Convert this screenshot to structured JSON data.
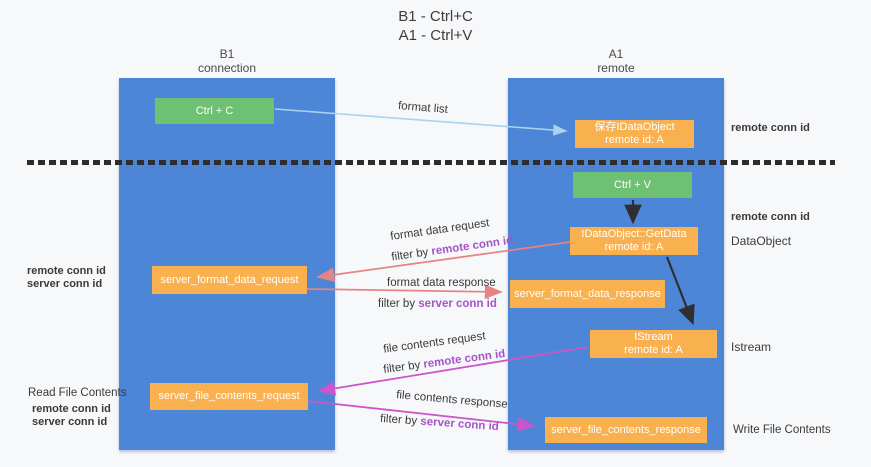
{
  "title": {
    "line1": "B1 - Ctrl+C",
    "line2": "A1 - Ctrl+V"
  },
  "lanes": {
    "left": {
      "name": "B1",
      "sub": "connection"
    },
    "right": {
      "name": "A1",
      "sub": "remote"
    }
  },
  "nodes": {
    "ctrl_c": "Ctrl + C",
    "ctrl_v": "Ctrl + V",
    "save_dataobject": {
      "line1": "保存IDataObject",
      "line2": "remote id: A"
    },
    "getdata": {
      "line1": "IDataObject::GetData",
      "line2": "remote id: A"
    },
    "istream": {
      "line1": "IStream",
      "line2": "remote id: A"
    },
    "format_request": "server_format_data_request",
    "format_response": "server_format_data_response",
    "file_request": "server_file_contents_request",
    "file_response": "server_file_contents_response"
  },
  "edge_labels": {
    "format_list": "format list",
    "format_data_request": "format data request",
    "format_data_response": "format data response",
    "file_contents_request": "file contents request",
    "file_contents_response": "file contents response",
    "filter_by": "filter by",
    "remote_conn_id": "remote conn id",
    "server_conn_id": "server conn id"
  },
  "side_labels": {
    "right_remote_conn_top": "remote conn id",
    "right_remote_conn_mid": "remote conn id",
    "dataobject": "DataObject",
    "istream": "Istream",
    "write_file": "Write File Contents",
    "read_file": "Read File Contents",
    "left_remote_conn_mid": "remote conn id",
    "left_server_conn_mid": "server conn id",
    "left_remote_conn_bottom": "remote conn id",
    "left_server_conn_bottom": "server conn id"
  },
  "colors": {
    "lane_blue": "#4d86d6",
    "box_orange": "#f9b04e",
    "box_green": "#6ec072",
    "purple_text": "#a553c7",
    "green_text": "#4cae51",
    "arrow_red": "#e88383",
    "arrow_magenta": "#cb55cb",
    "arrow_blue": "#a9d4f1",
    "arrow_black": "#2f2f2f",
    "background": "#f7f8fa"
  }
}
